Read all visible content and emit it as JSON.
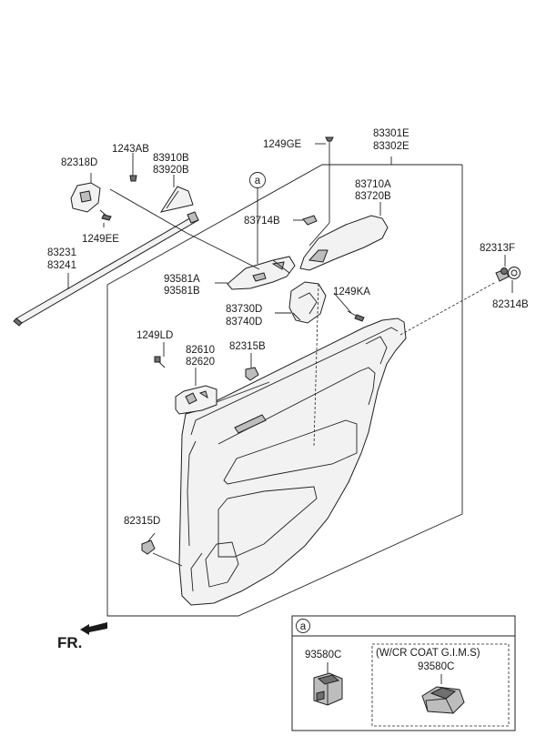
{
  "labels": {
    "p83301E": "83301E",
    "p83302E": "83302E",
    "p1249GE": "1249GE",
    "p1243AB": "1243AB",
    "p83910B": "83910B",
    "p83920B": "83920B",
    "p82318D": "82318D",
    "p83710A": "83710A",
    "p83720B": "83720B",
    "p83714B": "83714B",
    "p1249EE": "1249EE",
    "p83231": "83231",
    "p83241": "83241",
    "p82313F": "82313F",
    "p82314B": "82314B",
    "p93581A": "93581A",
    "p93581B": "93581B",
    "p1249KA": "1249KA",
    "p83730D": "83730D",
    "p83740D": "83740D",
    "p1249LD": "1249LD",
    "p82610": "82610",
    "p82620": "82620",
    "p82315B": "82315B",
    "p82315D": "82315D",
    "fr": "FR.",
    "callout_a": "a"
  },
  "inset": {
    "marker": "a",
    "left_part": "93580C",
    "right_header": "(W/CR COAT G.I.M.S)",
    "right_part": "93580C"
  }
}
